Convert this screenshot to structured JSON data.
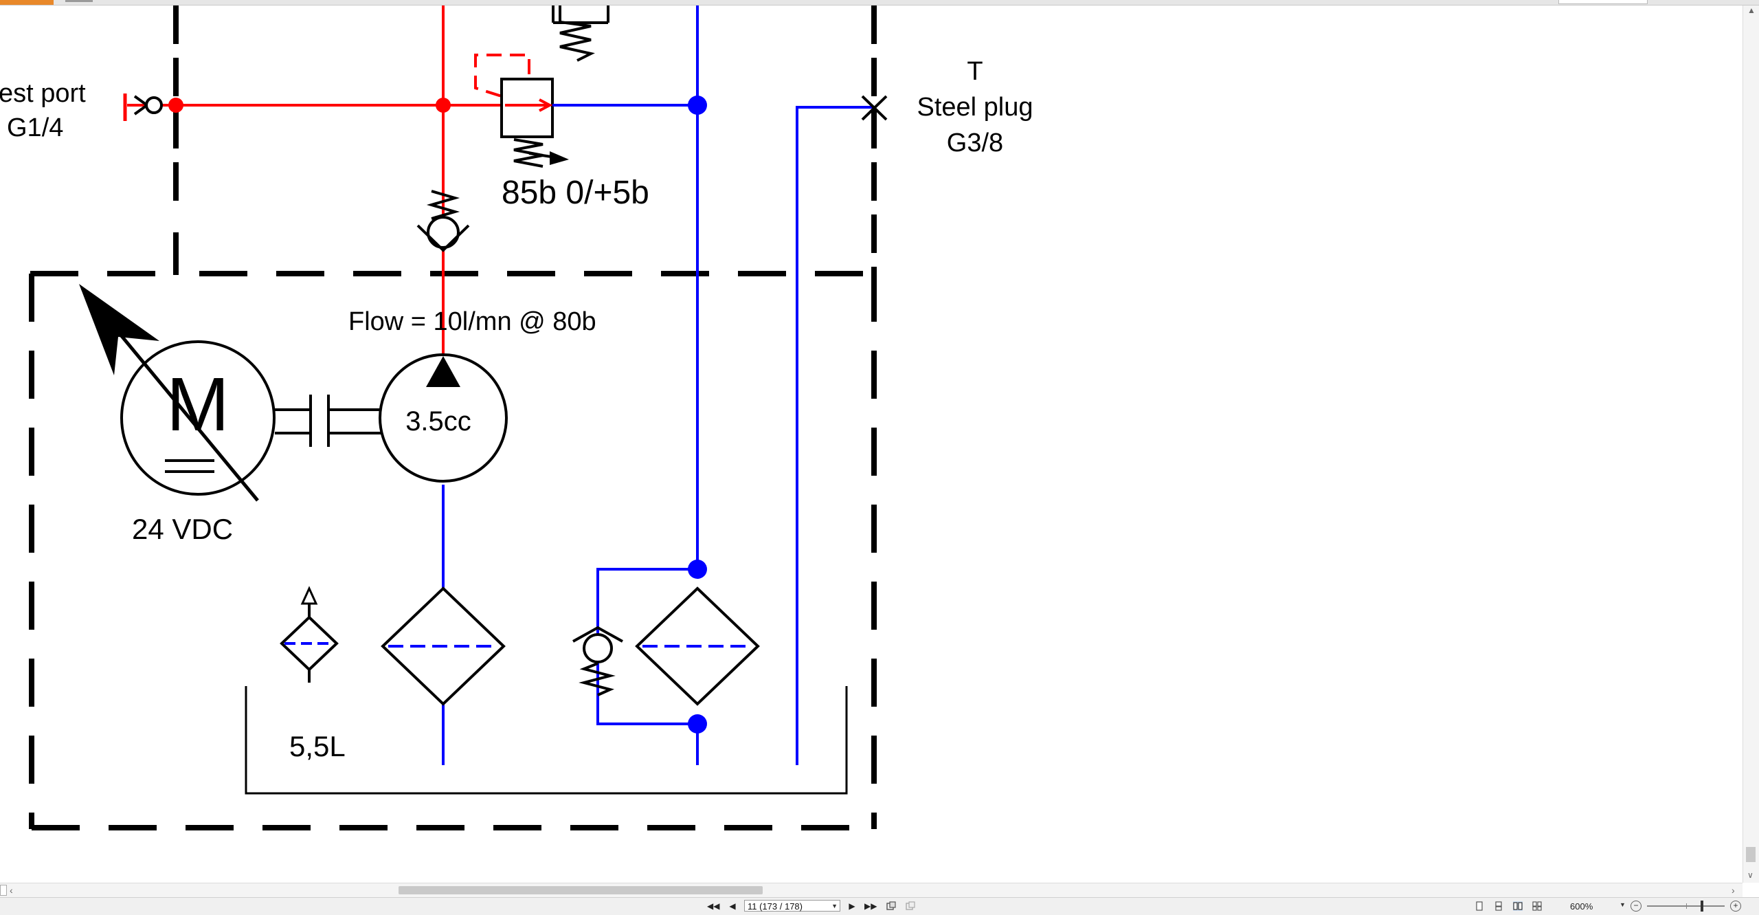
{
  "diagram": {
    "labels": {
      "test_port": "est port",
      "test_port_thread": "G1/4",
      "tank_port": "T",
      "steel_plug": "Steel plug",
      "steel_plug_thread": "G3/8",
      "relief_setting": "85b 0/+5b",
      "flow": "Flow = 10l/mn @ 80b",
      "motor_letter": "M",
      "motor_voltage": "24 VDC",
      "pump_displacement": "3.5cc",
      "tank_volume": "5,5L"
    },
    "colors": {
      "pressure_line": "#ff0000",
      "return_line": "#0000ff",
      "symbol": "#000000"
    }
  },
  "statusbar": {
    "page_indicator": "11 (173 / 178)",
    "zoom": "600%",
    "first_icon": "first-page-icon",
    "prev_icon": "prev-page-icon",
    "next_icon": "next-page-icon",
    "last_icon": "last-page-icon"
  }
}
